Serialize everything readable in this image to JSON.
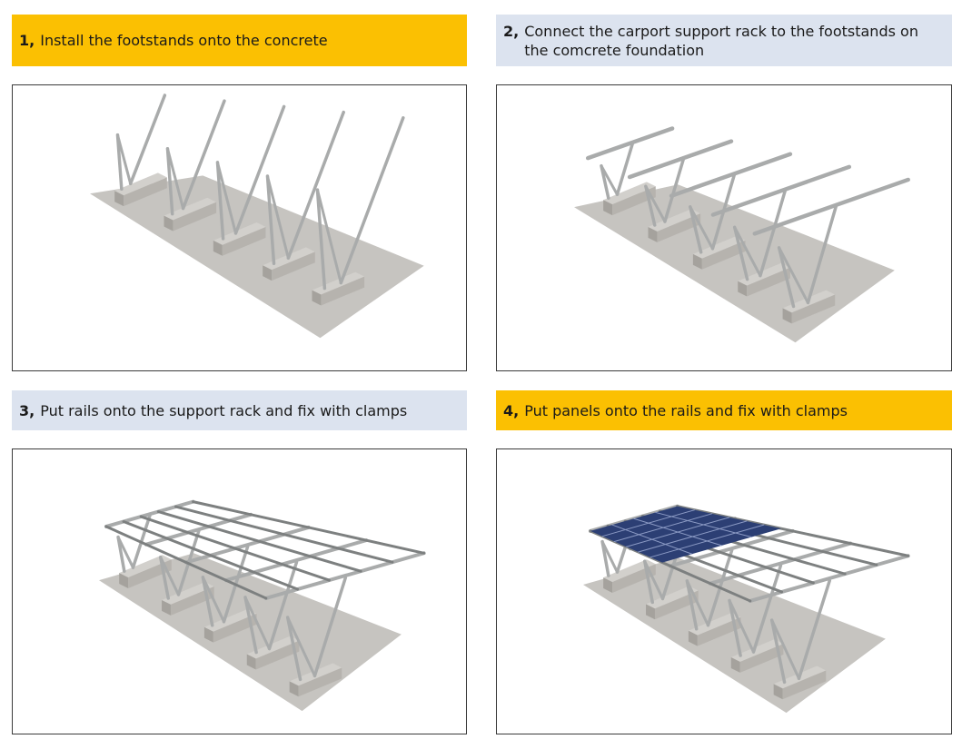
{
  "colors": {
    "yellow": "#fbc002",
    "blue": "#dce3ef",
    "frame": "#3a3a3a",
    "steel": "#a9abab",
    "steel_dark": "#7d8080",
    "concrete": "#c6c4c0",
    "block": "#b6b3ae",
    "panel": "#2c3f74"
  },
  "steps": [
    {
      "number": "1,",
      "text": "Install the footstands onto the concrete",
      "bg": "yellow"
    },
    {
      "number": "2,",
      "text": "Connect the carport support rack to the footstands on the comcrete foundation",
      "bg": "blue"
    },
    {
      "number": "3,",
      "text": "Put rails onto the support rack and fix with clamps",
      "bg": "blue"
    },
    {
      "number": "4,",
      "text": "Put panels onto the rails and fix with clamps",
      "bg": "yellow"
    }
  ]
}
